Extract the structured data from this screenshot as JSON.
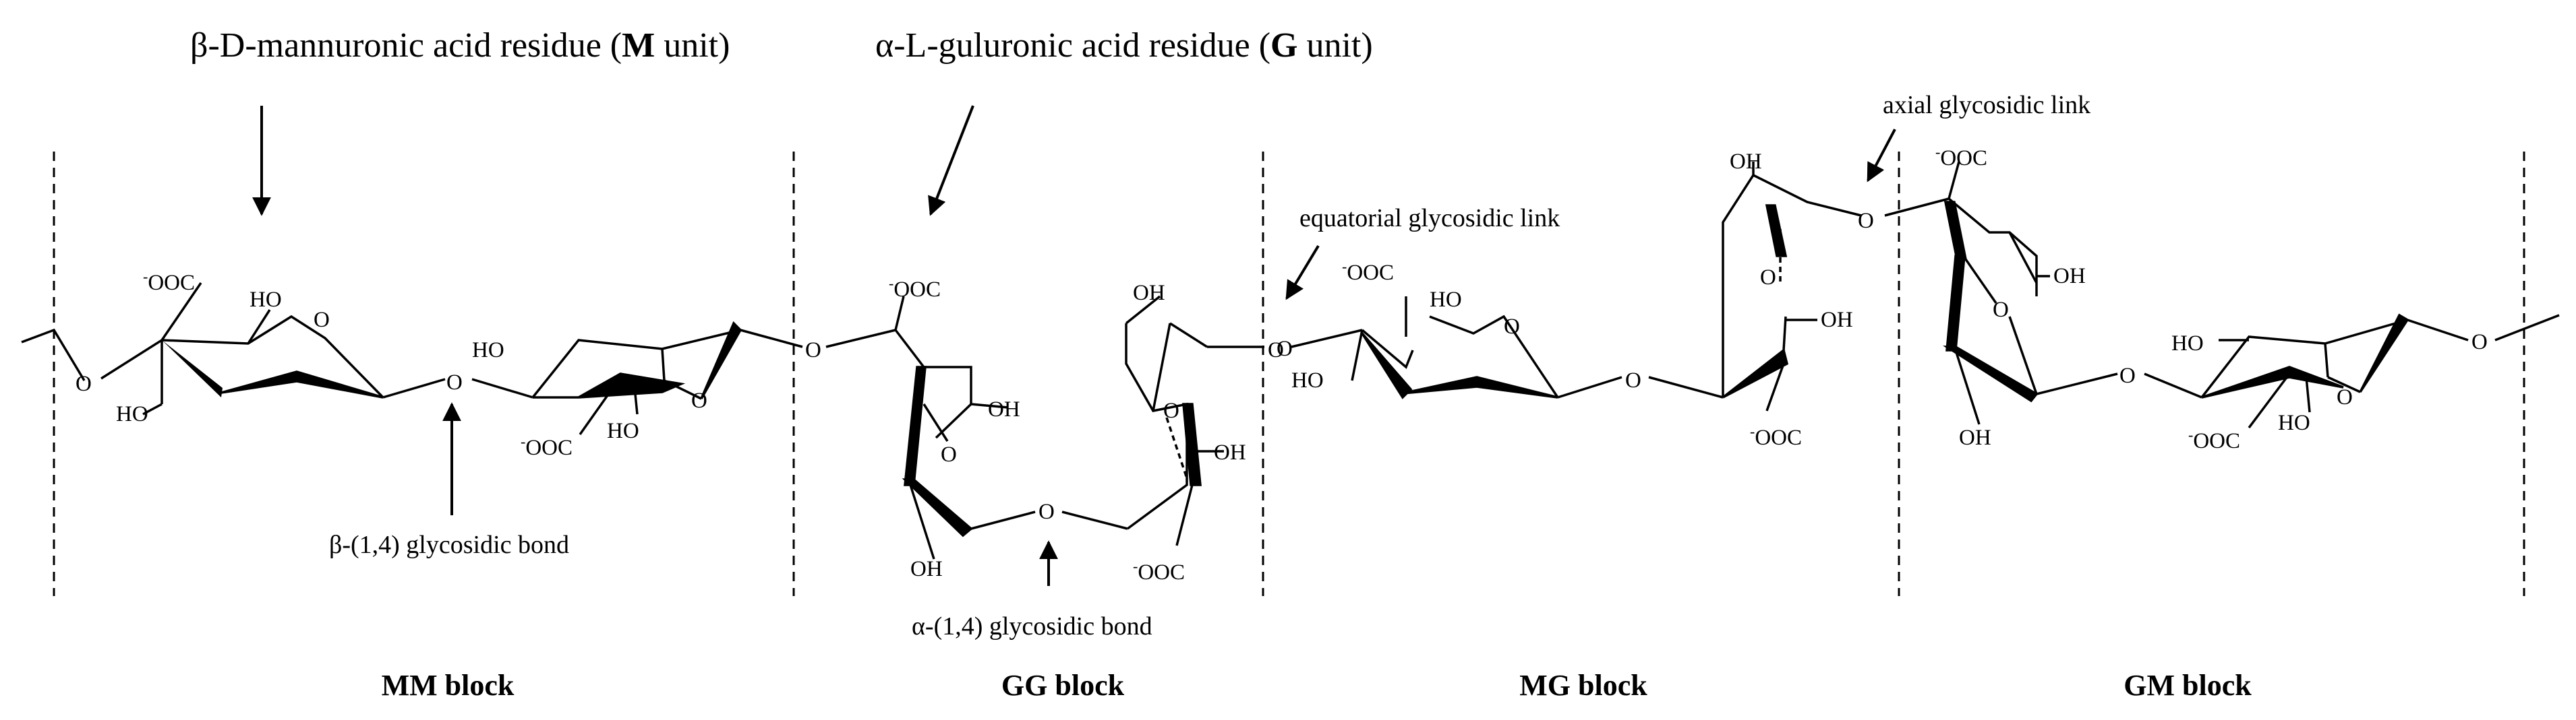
{
  "headings": {
    "m_unit": {
      "prefix": "β-D-mannuronic acid residue (",
      "bold": "M",
      "suffix": " unit)"
    },
    "g_unit": {
      "prefix": "α-L-guluronic acid residue (",
      "bold": "G",
      "suffix": " unit)"
    }
  },
  "notes": {
    "beta_bond": "β-(1,4) glycosidic bond",
    "alpha_bond": "α-(1,4) glycosidic bond",
    "equatorial": "equatorial glycosidic link",
    "axial": "axial glycosidic link"
  },
  "blocks": [
    "MM block",
    "GG block",
    "MG block",
    "GM block"
  ],
  "atoms": {
    "oxygen": "O",
    "hydroxyl": "HO",
    "hydroxyl_right": "OH",
    "carboxylate_minus": "-",
    "carboxylate": "OOC"
  }
}
